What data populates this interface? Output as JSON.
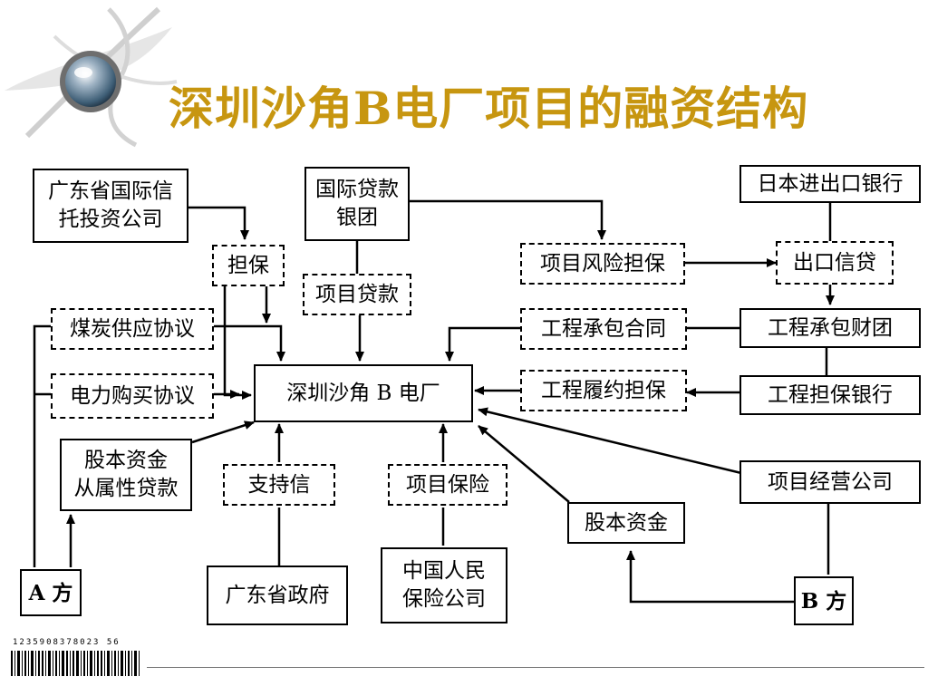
{
  "title": "深圳沙角B电厂项目的融资结构",
  "barcode_number": "1235908378023 56",
  "nodes": {
    "gd_itic": "广东省国际信\n托投资公司",
    "intl_syndicate": "国际贷款\n银团",
    "jexim": "日本进出口银行",
    "guarantee": "担保",
    "project_risk_guarantee": "项目风险担保",
    "export_credit": "出口信贷",
    "project_loan": "项目贷款",
    "coal_supply": "煤炭供应协议",
    "epc_contract": "工程承包合同",
    "epc_consortium": "工程承包财团",
    "power_purchase": "电力购买协议",
    "plant": "深圳沙角 B 电厂",
    "performance_guarantee": "工程履约担保",
    "guarantee_bank": "工程担保银行",
    "equity_sub_loan": "股本资金\n从属性贷款",
    "support_letter": "支持信",
    "project_insurance": "项目保险",
    "operating_company": "项目经营公司",
    "equity": "股本资金",
    "party_a": "A 方",
    "gd_government": "广东省政府",
    "picc": "中国人民\n保险公司",
    "party_b": "B 方"
  }
}
